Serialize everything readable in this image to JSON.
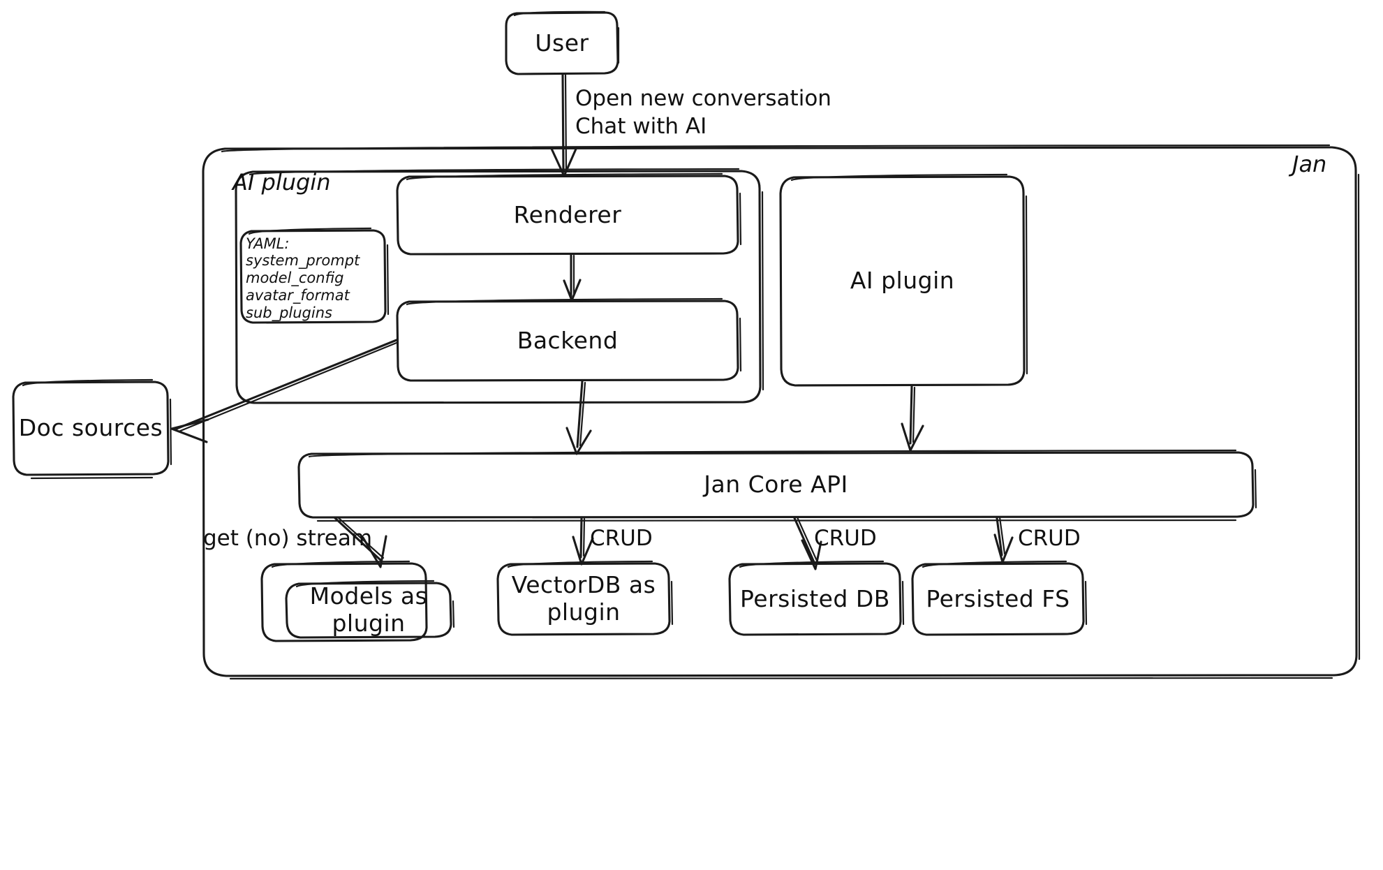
{
  "diagram": {
    "title_visible": false,
    "style": "hand-drawn-excalidraw",
    "stroke_color": "#1a1a1a",
    "background_color": "#ffffff",
    "outer_container": {
      "label": "Jan",
      "label_position": "top-right"
    },
    "groups": [
      {
        "name": "ai-plugin-group",
        "label": "AI plugin",
        "label_position": "top-left"
      }
    ],
    "nodes": {
      "user": "User",
      "renderer": "Renderer",
      "backend": "Backend",
      "ai_plugin_right": "AI plugin",
      "doc_sources": "Doc sources",
      "jan_core_api": "Jan Core API",
      "models_as_plugin": "Models as\nplugin",
      "vectordb_as_plugin": "VectorDB as\nplugin",
      "persisted_db": "Persisted DB",
      "persisted_fs": "Persisted FS"
    },
    "yaml_card": {
      "header": "YAML:",
      "keys": [
        "system_prompt",
        "model_config",
        "avatar_format",
        "sub_plugins"
      ]
    },
    "edges": [
      {
        "from": "user",
        "to": "renderer",
        "label": "Open new conversation\nChat with AI"
      },
      {
        "from": "renderer",
        "to": "backend",
        "label": ""
      },
      {
        "from": "backend",
        "to": "doc_sources",
        "label": ""
      },
      {
        "from": "backend",
        "to": "jan_core_api",
        "label": ""
      },
      {
        "from": "ai_plugin_right",
        "to": "jan_core_api",
        "label": ""
      },
      {
        "from": "jan_core_api",
        "to": "models_as_plugin",
        "label": "get (no) stream"
      },
      {
        "from": "jan_core_api",
        "to": "vectordb_as_plugin",
        "label": "CRUD"
      },
      {
        "from": "jan_core_api",
        "to": "persisted_db",
        "label": "CRUD"
      },
      {
        "from": "jan_core_api",
        "to": "persisted_fs",
        "label": "CRUD"
      }
    ],
    "edge_labels": {
      "user_to_renderer": "Open new conversation\nChat with AI",
      "get_no_stream": "get (no) stream",
      "crud_vectordb": "CRUD",
      "crud_persisted_db": "CRUD",
      "crud_persisted_fs": "CRUD"
    }
  }
}
